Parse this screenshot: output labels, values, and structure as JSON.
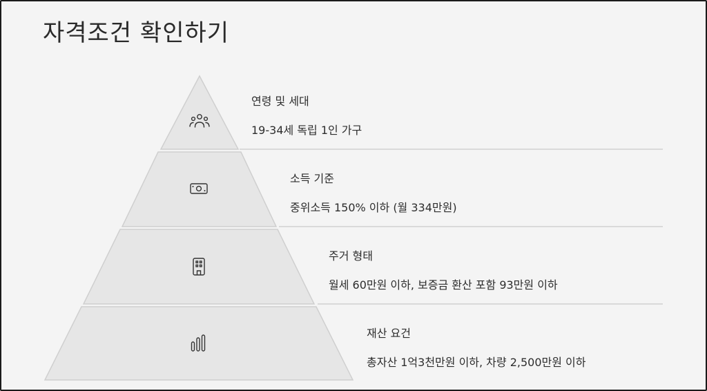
{
  "title": "자격조건 확인하기",
  "tiers": [
    {
      "icon": "people-icon",
      "heading": "연령 및 세대",
      "description": "19-34세 독립 1인 가구"
    },
    {
      "icon": "banknote-icon",
      "heading": "소득 기준",
      "description": "중위소득 150% 이하 (월 334만원)"
    },
    {
      "icon": "building-icon",
      "heading": "주거 형태",
      "description": "월세 60만원 이하, 보증금 환산 포함 93만원 이하"
    },
    {
      "icon": "bar-chart-icon",
      "heading": "재산 요건",
      "description": "총자산 1억3천만원 이하, 차량 2,500만원 이하"
    }
  ],
  "colors": {
    "background": "#f4f4f4",
    "tier_fill": "#e6e6e6",
    "tier_stroke": "#cfcfcf",
    "text": "#2d2d2d"
  }
}
